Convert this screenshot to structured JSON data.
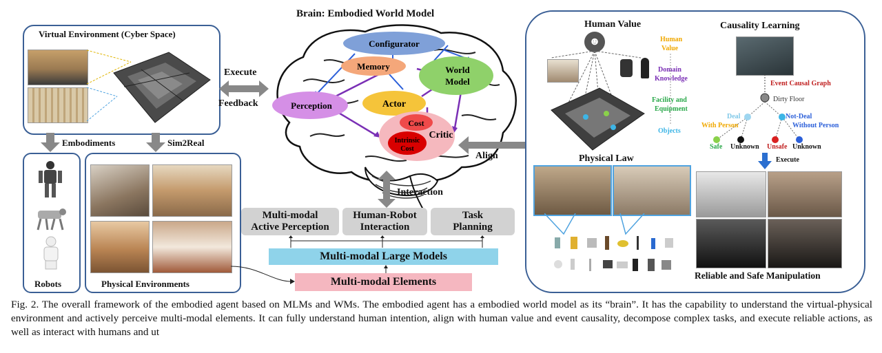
{
  "left": {
    "virtual_env_title": "Virtual Environment (Cyber Space)",
    "embodiments": "Embodiments",
    "sim2real": "Sim2Real",
    "robots": "Robots",
    "physical_envs": "Physical Environments"
  },
  "center": {
    "brain_title": "Brain: Embodied World Model",
    "execute": "Execute",
    "feedback": "Feedback",
    "align": "Align",
    "interaction": "Interaction",
    "configurator": "Configurator",
    "memory": "Memory",
    "world": "World",
    "model": "Model",
    "perception": "Perception",
    "actor": "Actor",
    "cost": "Cost",
    "critic": "Critic",
    "intrinsic": "Intrinsic",
    "intrinsic_cost": "Cost",
    "task_boxes": [
      {
        "line1": "Multi-modal",
        "line2": "Active Perception"
      },
      {
        "line1": "Human-Robot",
        "line2": "Interaction"
      },
      {
        "line1": "Task",
        "line2": "Planning"
      }
    ],
    "large_models": "Multi-modal Large Models",
    "elements": "Multi-modal  Elements"
  },
  "right": {
    "human_value_title": "Human Value",
    "hv_label1": "Human",
    "hv_label2": "Value",
    "dk1": "Domain",
    "dk2": "Knowledge",
    "fe1": "Facility and",
    "fe2": "Equipment",
    "objects": "Objects",
    "physical_law": "Physical Law",
    "causality_title": "Causality Learning",
    "event_graph": "Event Causal Graph",
    "dirty_floor": "Dirty Floor",
    "deal": "Deal",
    "with_person": "With Person",
    "not_deal": "Not-Deal",
    "without_person": "Without Person",
    "safe": "Safe",
    "unknown1": "Unknown",
    "unsafe": "Unsafe",
    "unknown2": "Unknown",
    "execute": "Execute",
    "manipulation": "Reliable and Safe Manipulation"
  },
  "caption": "Fig. 2.  The overall framework of the embodied agent based on MLMs and WMs. The embodied agent has a embodied world model as its “brain”. It has the capability to understand the virtual-physical environment and actively perceive multi-modal elements. It can fully understand human intention, align with human value and event causality, decompose complex tasks, and execute reliable actions, as well as interact with humans and ut",
  "colors": {
    "panel_border": "#3a5f95",
    "configurator": "#7fa0d8",
    "memory": "#f4a77a",
    "world_model": "#8fd16a",
    "perception": "#d58fe6",
    "actor": "#f5c43a",
    "critic": "#f5b8be",
    "cost": "#ef4a4a",
    "intrinsic_cost": "#d90000",
    "large_models": "#8fd3ea",
    "elements": "#f5b7c0",
    "task_box": "#d2d2d2"
  }
}
